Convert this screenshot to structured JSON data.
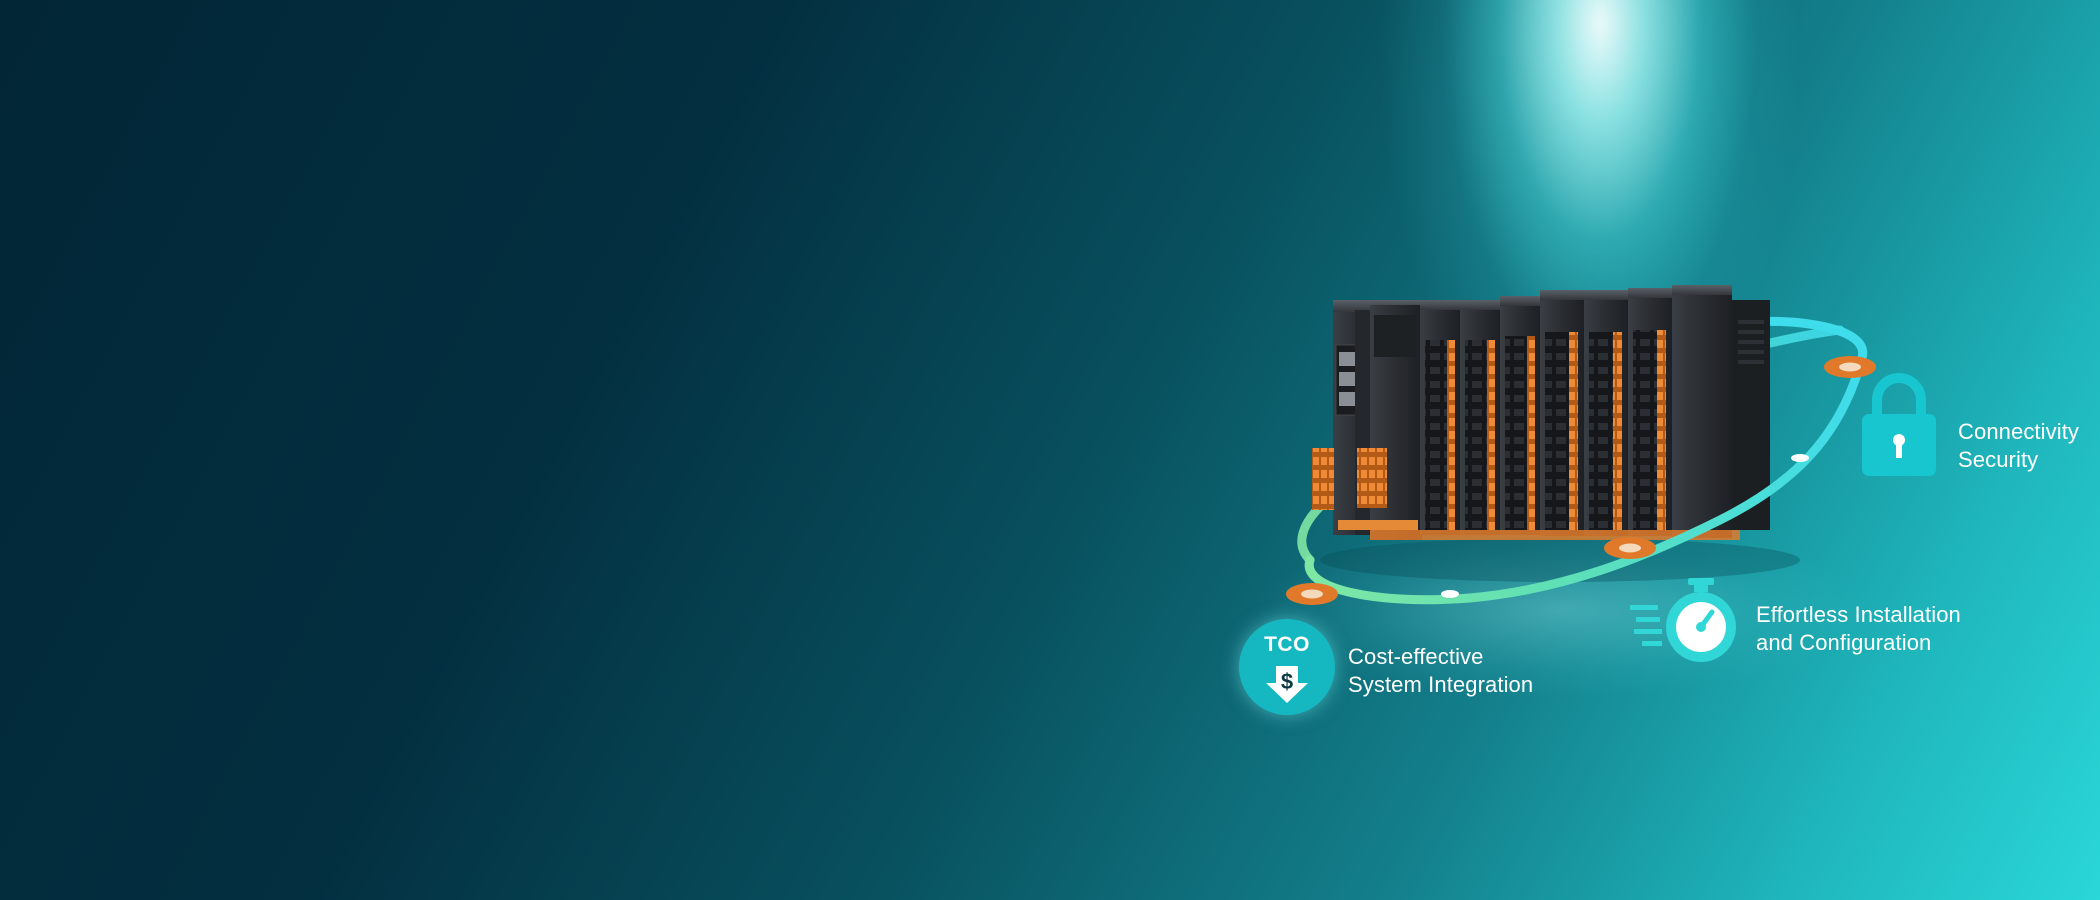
{
  "features": [
    {
      "id": "connectivity-security",
      "line1": "Connectivity",
      "line2": "Security",
      "icon": "padlock-icon"
    },
    {
      "id": "effortless-installation",
      "line1": "Effortless Installation",
      "line2": "and Configuration",
      "icon": "stopwatch-icon"
    },
    {
      "id": "cost-effective",
      "line1": "Cost-effective",
      "line2": "System Integration",
      "icon": "tco-dollar-icon"
    }
  ],
  "tco_badge": {
    "label": "TCO",
    "symbol": "$"
  },
  "colors": {
    "background_dark": "#022636",
    "background_light": "#2ad7d9",
    "icon_teal": "#18c6cf",
    "orbit_green": "#5fe0a6",
    "orbit_cyan": "#40dcea",
    "marker_orange": "#e07a2a",
    "module_body": "#2a2d31",
    "terminal_orange": "#e27a2c"
  }
}
